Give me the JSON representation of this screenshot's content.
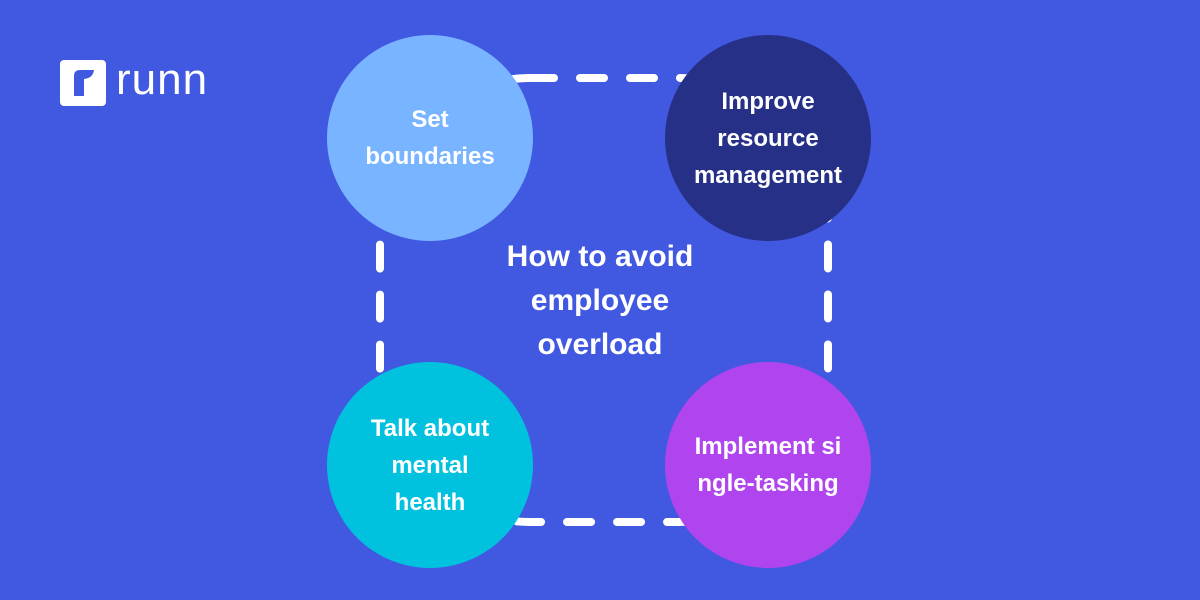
{
  "brand": {
    "name": "runn"
  },
  "title": "How to avoid employee overload",
  "nodes": [
    {
      "label": "Set boundaries",
      "color": "#78B4FF"
    },
    {
      "label": "Improve resource management",
      "color": "#263087"
    },
    {
      "label": "Talk about mental health",
      "color": "#00C2DE"
    },
    {
      "label": "Implement single-tasking",
      "color": "#B044EE"
    }
  ],
  "colors": {
    "background": "#4159E0",
    "text": "#FFFFFF"
  }
}
